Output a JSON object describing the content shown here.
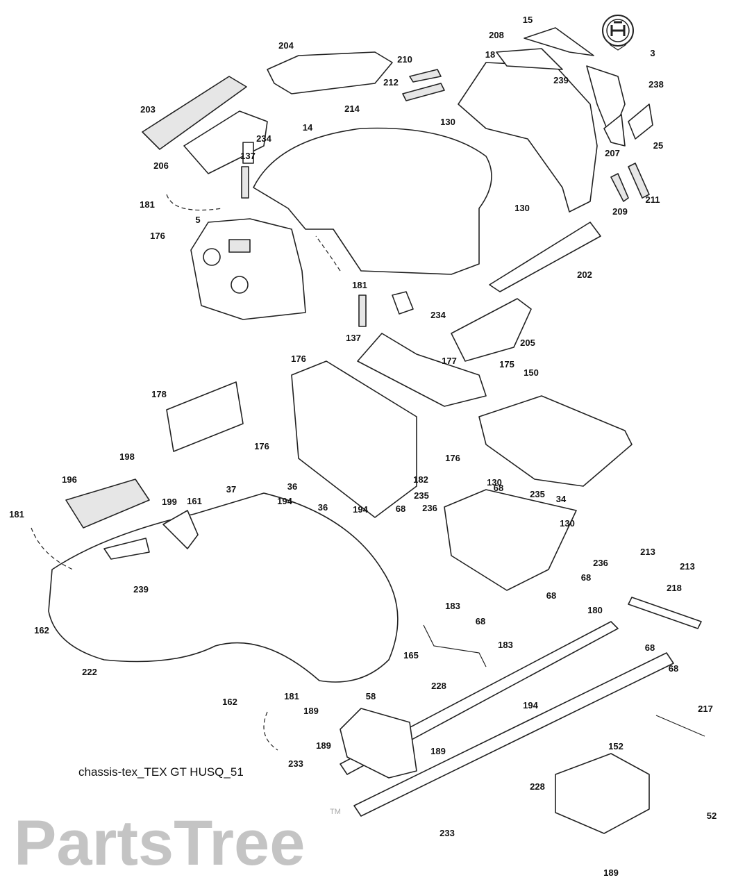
{
  "diagram": {
    "caption": "chassis-tex_TEX GT HUSQ_51",
    "watermark": "PartsTree",
    "watermark_tm": "TM",
    "logo": "Husqvarna crown-H logo"
  },
  "parts": {
    "callouts": [
      "15",
      "208",
      "3",
      "204",
      "210",
      "18",
      "239",
      "238",
      "212",
      "214",
      "203",
      "130",
      "14",
      "25",
      "207",
      "234",
      "206",
      "137",
      "181",
      "130",
      "209",
      "211",
      "5",
      "176",
      "202",
      "181",
      "234",
      "137",
      "205",
      "176",
      "177",
      "175",
      "150",
      "178",
      "176",
      "176",
      "198",
      "196",
      "37",
      "36",
      "235",
      "68",
      "235",
      "34",
      "199",
      "161",
      "194",
      "36",
      "194",
      "181",
      "68",
      "182",
      "130",
      "130",
      "236",
      "236",
      "239",
      "68",
      "68",
      "213",
      "213",
      "218",
      "183",
      "68",
      "180",
      "162",
      "183",
      "68",
      "165",
      "68",
      "222",
      "228",
      "162",
      "58",
      "194",
      "181",
      "189",
      "217",
      "189",
      "152",
      "189",
      "233",
      "228",
      "52",
      "233",
      "189"
    ]
  }
}
